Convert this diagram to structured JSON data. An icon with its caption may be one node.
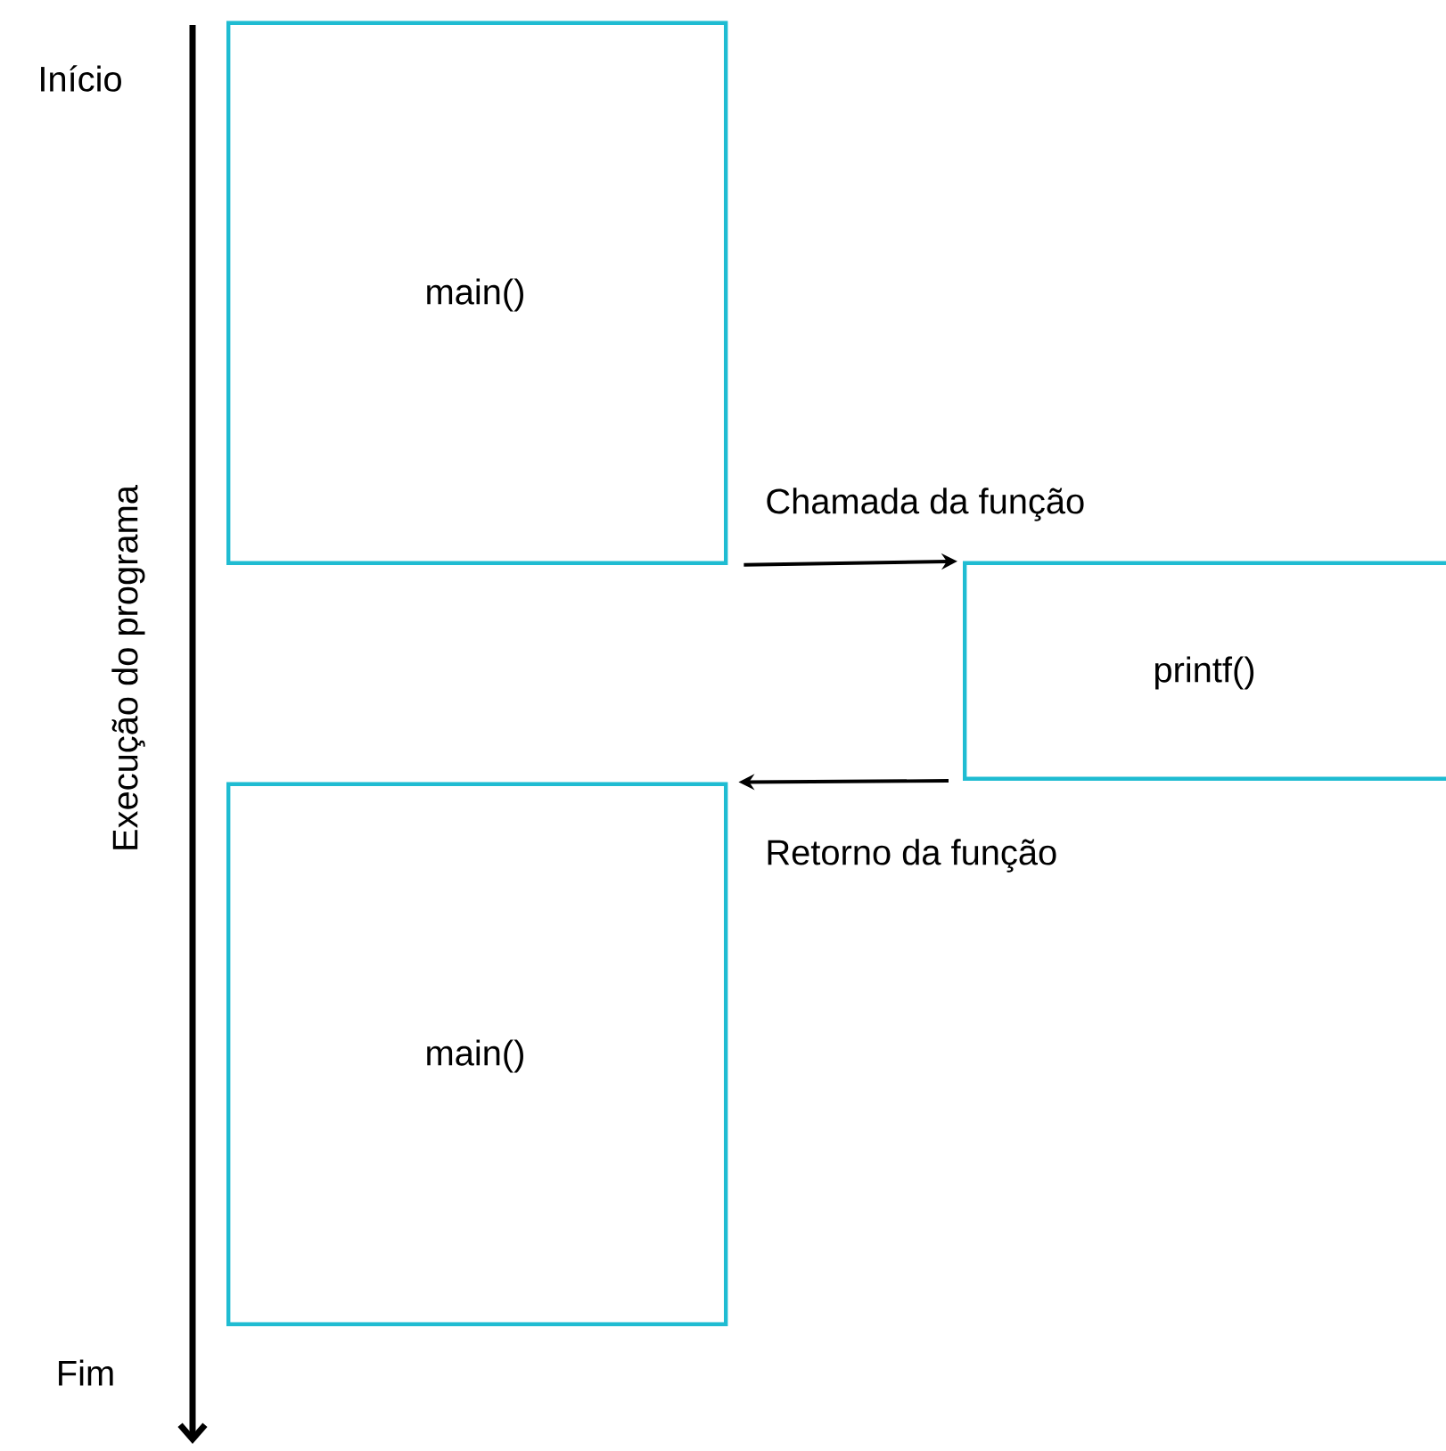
{
  "diagram": {
    "nodes": [
      {
        "text": [
          "main()"
        ]
      },
      {
        "text": [
          "printf()"
        ]
      },
      {
        "text": [
          "main()"
        ]
      }
    ],
    "edges": [
      {
        "from": 0,
        "to": 1,
        "arrow": "to",
        "label": "Chamada da função"
      },
      {
        "from": 1,
        "to": 2,
        "arrow": "to",
        "label": "Retorno da função"
      }
    ],
    "labels": [
      "Início",
      "Execução do programa",
      "Fim"
    ]
  }
}
